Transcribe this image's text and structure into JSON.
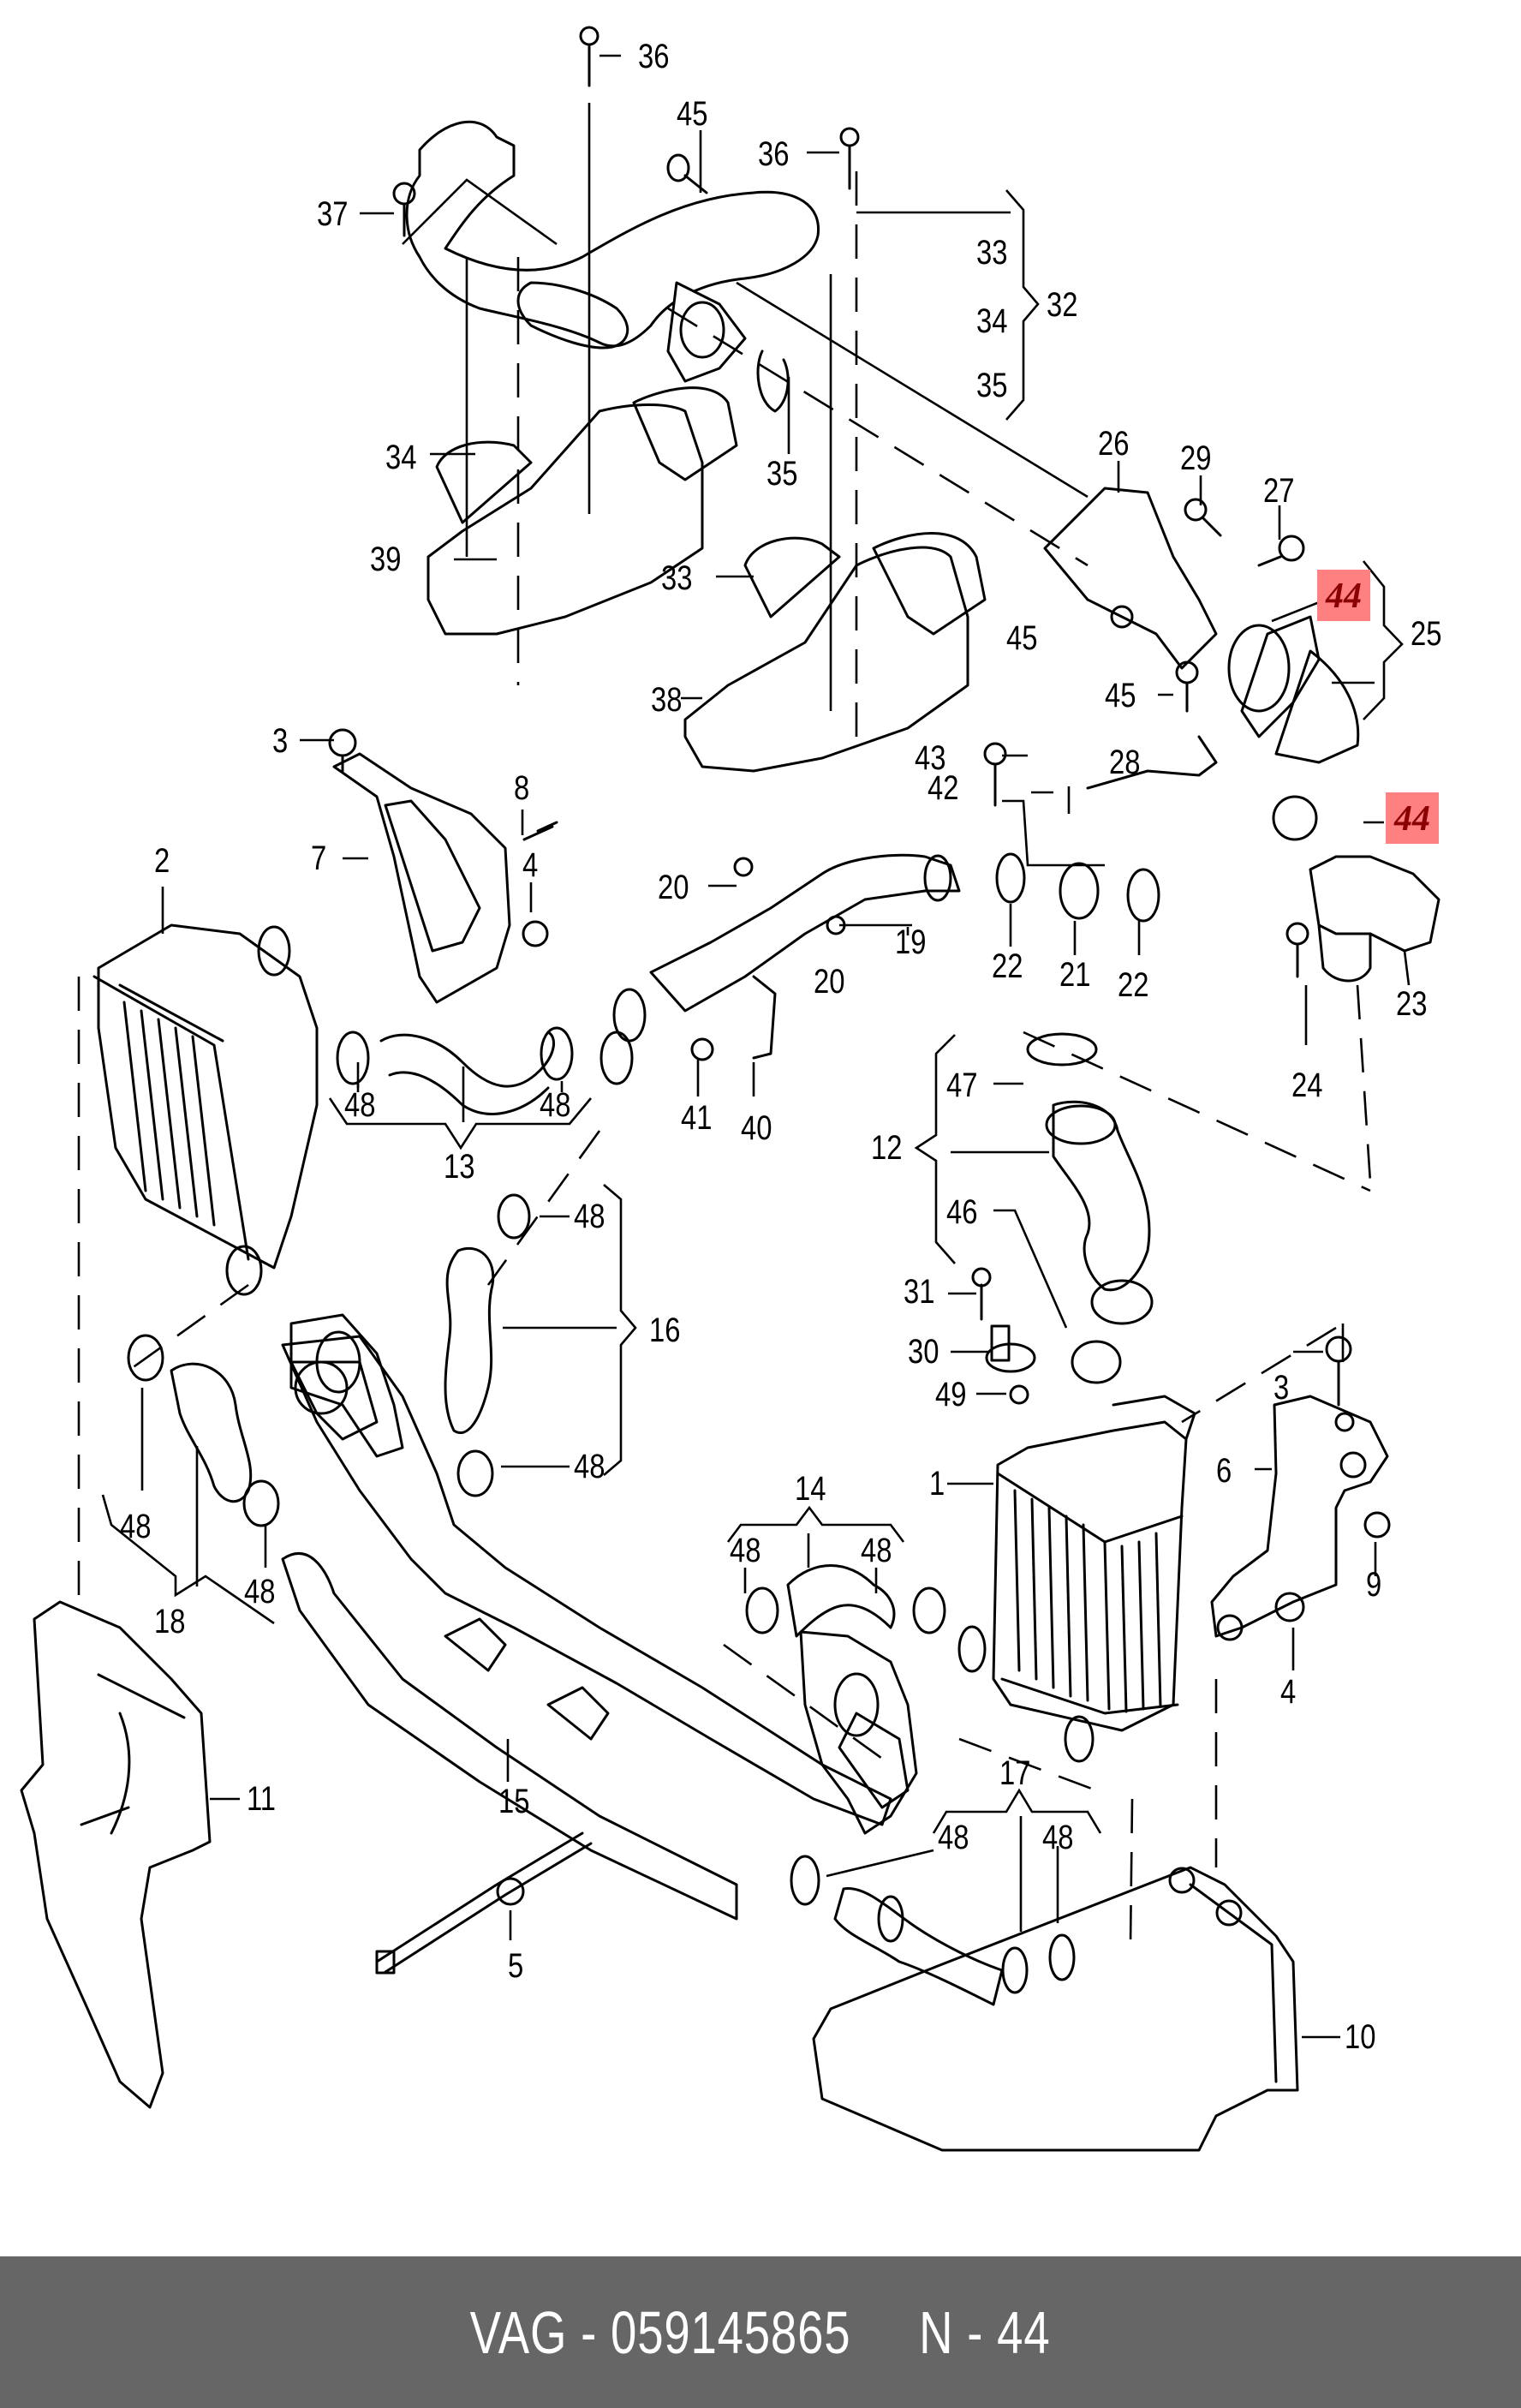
{
  "footer": {
    "brand": "VAG",
    "part_number": "059145865",
    "ref": "N - 44",
    "text": "VAG - 059145865     N - 44"
  },
  "highlight": {
    "label": "44",
    "color": "#ff8080",
    "text_color": "#8b0000"
  },
  "callouts": [
    {
      "id": "c36a",
      "label": "36"
    },
    {
      "id": "c45a",
      "label": "45"
    },
    {
      "id": "c36b",
      "label": "36"
    },
    {
      "id": "c37",
      "label": "37"
    },
    {
      "id": "c33a",
      "label": "33"
    },
    {
      "id": "c34a",
      "label": "34"
    },
    {
      "id": "c32",
      "label": "32"
    },
    {
      "id": "c35a",
      "label": "35"
    },
    {
      "id": "c34b",
      "label": "34"
    },
    {
      "id": "c35b",
      "label": "35"
    },
    {
      "id": "c39",
      "label": "39"
    },
    {
      "id": "c33b",
      "label": "33"
    },
    {
      "id": "c38",
      "label": "38"
    },
    {
      "id": "c26",
      "label": "26"
    },
    {
      "id": "c29",
      "label": "29"
    },
    {
      "id": "c27",
      "label": "27"
    },
    {
      "id": "c44a",
      "label": "44",
      "highlighted": true
    },
    {
      "id": "c25",
      "label": "25"
    },
    {
      "id": "c45b",
      "label": "45"
    },
    {
      "id": "c45c",
      "label": "45"
    },
    {
      "id": "c43",
      "label": "43"
    },
    {
      "id": "c42",
      "label": "42"
    },
    {
      "id": "c28",
      "label": "28"
    },
    {
      "id": "c44b",
      "label": "44",
      "highlighted": true
    },
    {
      "id": "c3a",
      "label": "3"
    },
    {
      "id": "c7",
      "label": "7"
    },
    {
      "id": "c8",
      "label": "8"
    },
    {
      "id": "c4a",
      "label": "4"
    },
    {
      "id": "c2",
      "label": "2"
    },
    {
      "id": "c20a",
      "label": "20"
    },
    {
      "id": "c20b",
      "label": "20"
    },
    {
      "id": "c19",
      "label": "19"
    },
    {
      "id": "c22a",
      "label": "22"
    },
    {
      "id": "c21",
      "label": "21"
    },
    {
      "id": "c22b",
      "label": "22"
    },
    {
      "id": "c23",
      "label": "23"
    },
    {
      "id": "c24",
      "label": "24"
    },
    {
      "id": "c48a",
      "label": "48"
    },
    {
      "id": "c48b",
      "label": "48"
    },
    {
      "id": "c13",
      "label": "13"
    },
    {
      "id": "c41",
      "label": "41"
    },
    {
      "id": "c40",
      "label": "40"
    },
    {
      "id": "c47",
      "label": "47"
    },
    {
      "id": "c12",
      "label": "12"
    },
    {
      "id": "c46",
      "label": "46"
    },
    {
      "id": "c48c",
      "label": "48"
    },
    {
      "id": "c16",
      "label": "16"
    },
    {
      "id": "c48d",
      "label": "48"
    },
    {
      "id": "c31",
      "label": "31"
    },
    {
      "id": "c30",
      "label": "30"
    },
    {
      "id": "c49",
      "label": "49"
    },
    {
      "id": "c3b",
      "label": "3"
    },
    {
      "id": "c6",
      "label": "6"
    },
    {
      "id": "c9",
      "label": "9"
    },
    {
      "id": "c1",
      "label": "1"
    },
    {
      "id": "c14",
      "label": "14"
    },
    {
      "id": "c48e",
      "label": "48"
    },
    {
      "id": "c48f",
      "label": "48"
    },
    {
      "id": "c4b",
      "label": "4"
    },
    {
      "id": "c48g",
      "label": "48"
    },
    {
      "id": "c18",
      "label": "18"
    },
    {
      "id": "c48h",
      "label": "48"
    },
    {
      "id": "c11",
      "label": "11"
    },
    {
      "id": "c15",
      "label": "15"
    },
    {
      "id": "c17",
      "label": "17"
    },
    {
      "id": "c48i",
      "label": "48"
    },
    {
      "id": "c48j",
      "label": "48"
    },
    {
      "id": "c5",
      "label": "5"
    },
    {
      "id": "c10",
      "label": "10"
    }
  ]
}
